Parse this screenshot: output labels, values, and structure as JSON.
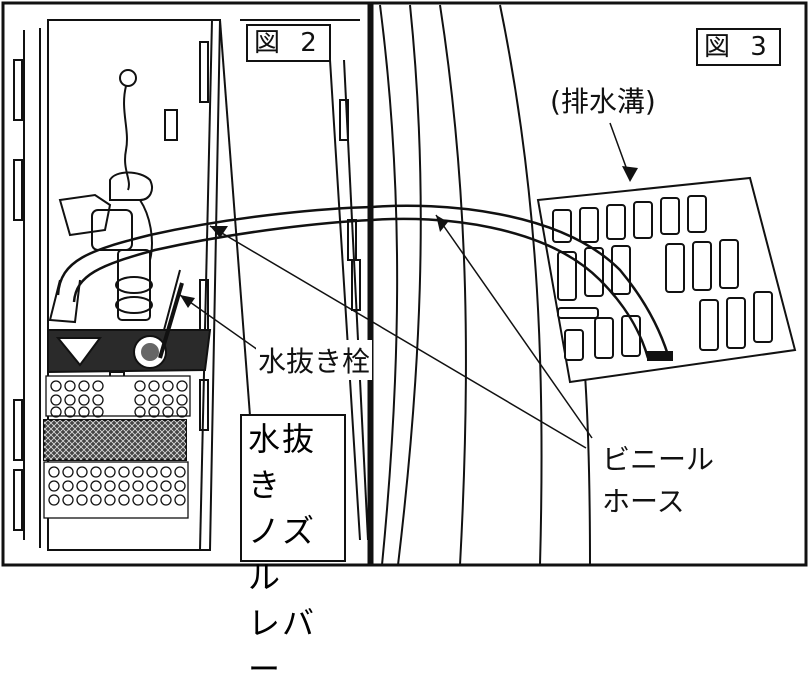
{
  "figures": {
    "fig2_label": "図 2",
    "fig3_label": "図 3"
  },
  "labels": {
    "drain_channel": "(排水溝)",
    "drain_plug": "水抜き栓",
    "vinyl_hose_line1": "ビニール",
    "vinyl_hose_line2": "ホース",
    "nozzle_lever_lines": [
      "水抜き",
      "ノズル",
      "レバー"
    ]
  }
}
